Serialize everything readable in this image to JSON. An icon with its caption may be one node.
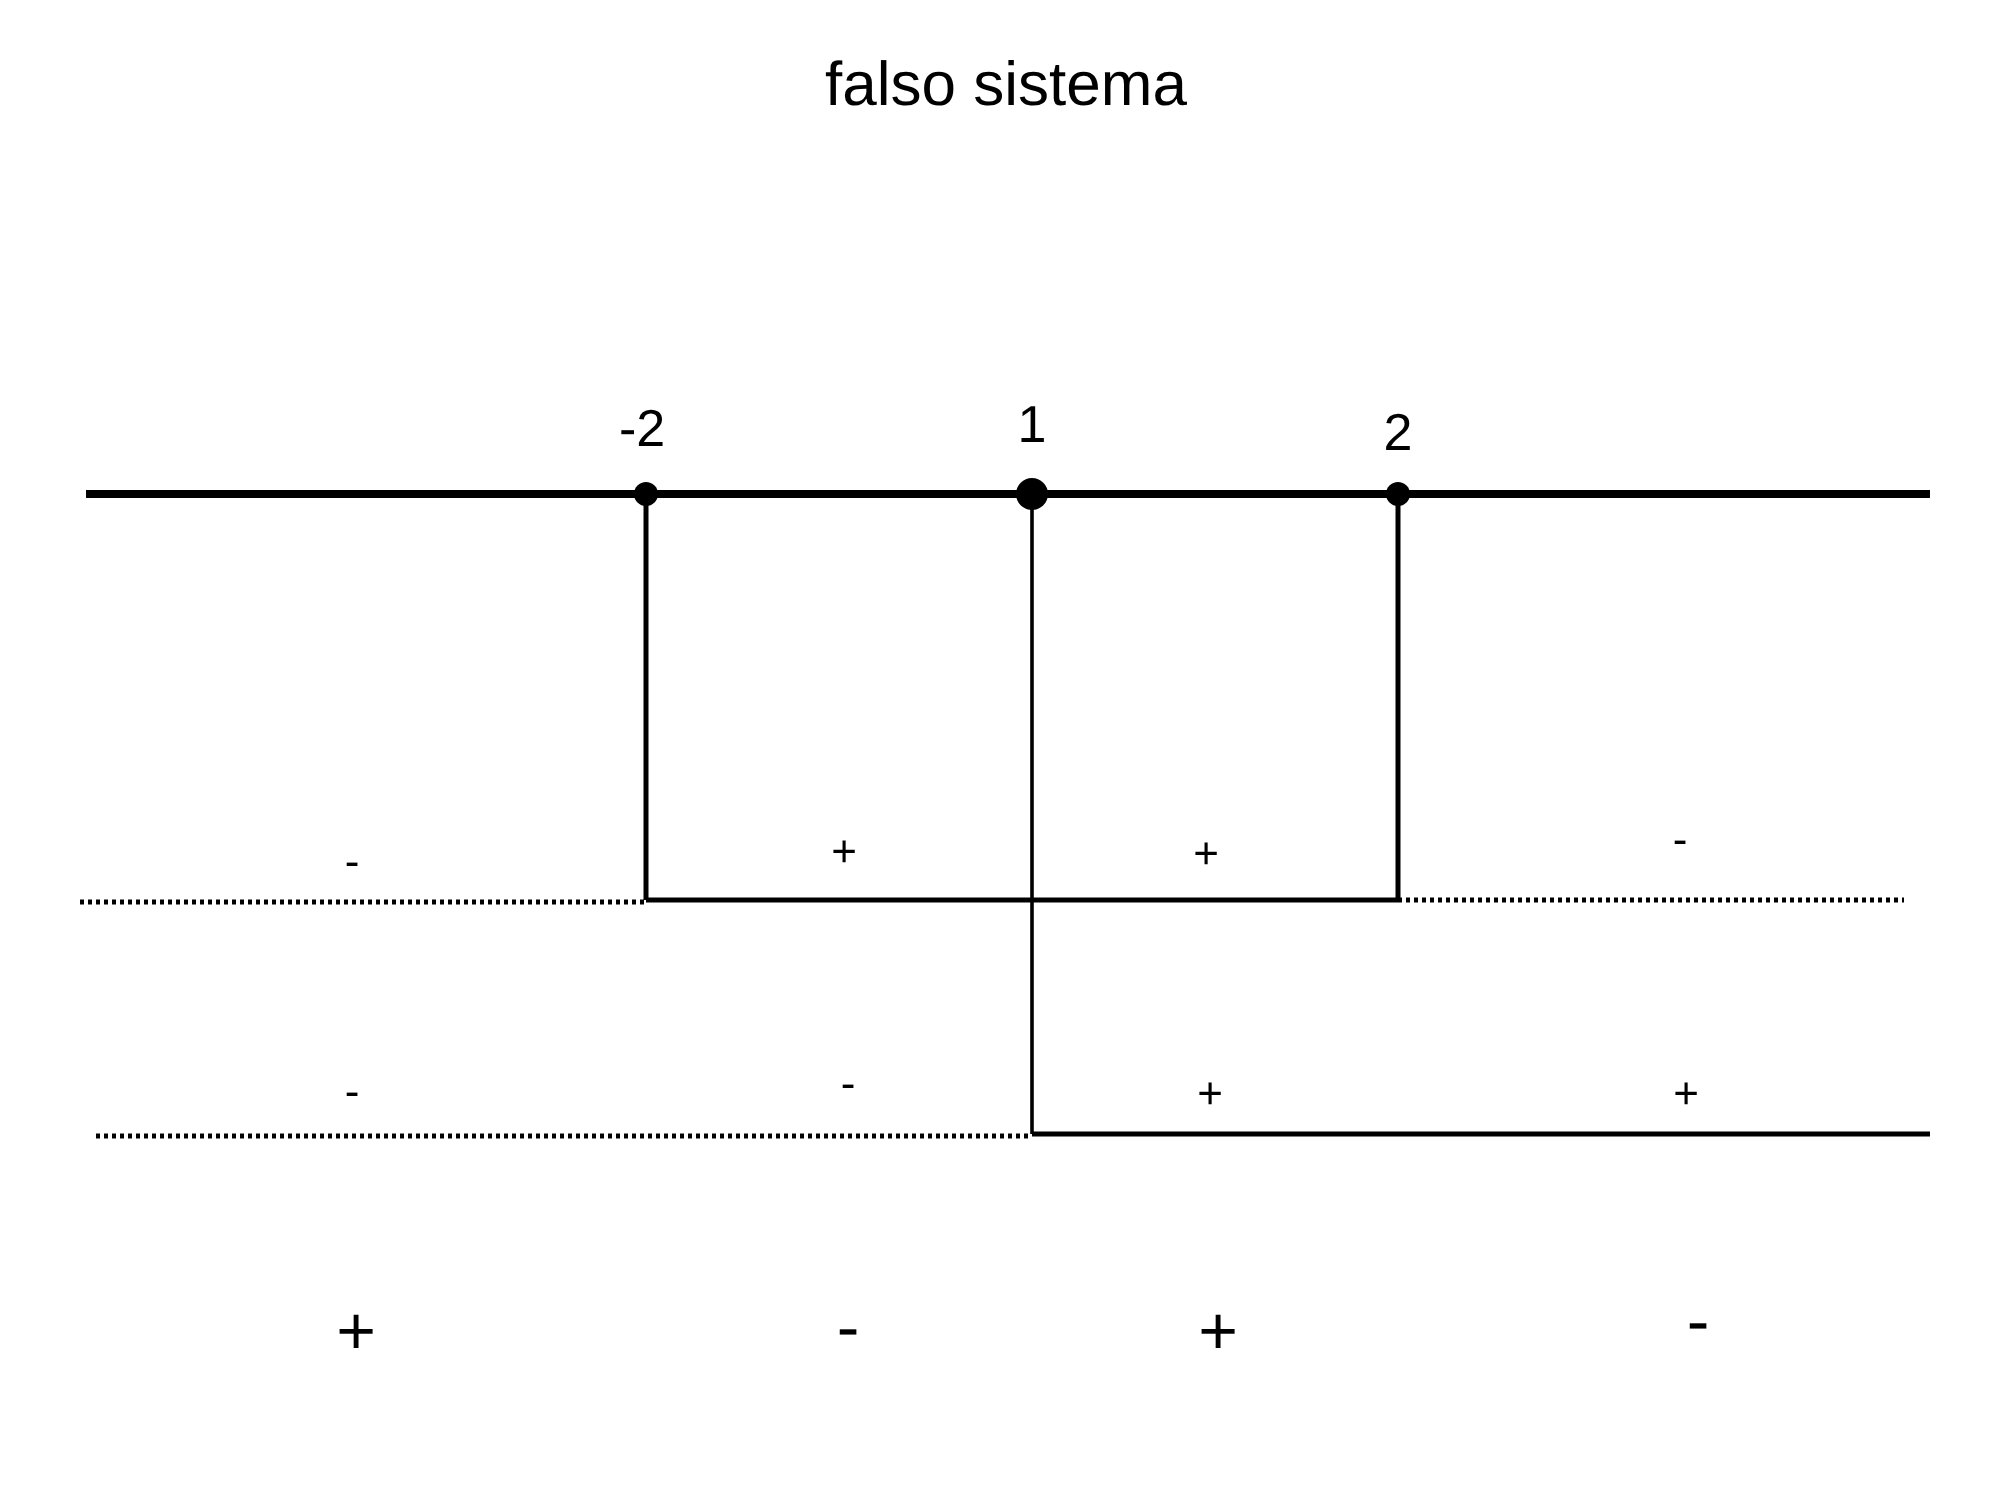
{
  "diagram": {
    "title": "falso sistema",
    "labels": [
      "-2",
      "1",
      "2",
      "-",
      "+",
      "+",
      "-",
      "-",
      "-",
      "+",
      "+",
      "+",
      "-",
      "+",
      "-"
    ]
  }
}
